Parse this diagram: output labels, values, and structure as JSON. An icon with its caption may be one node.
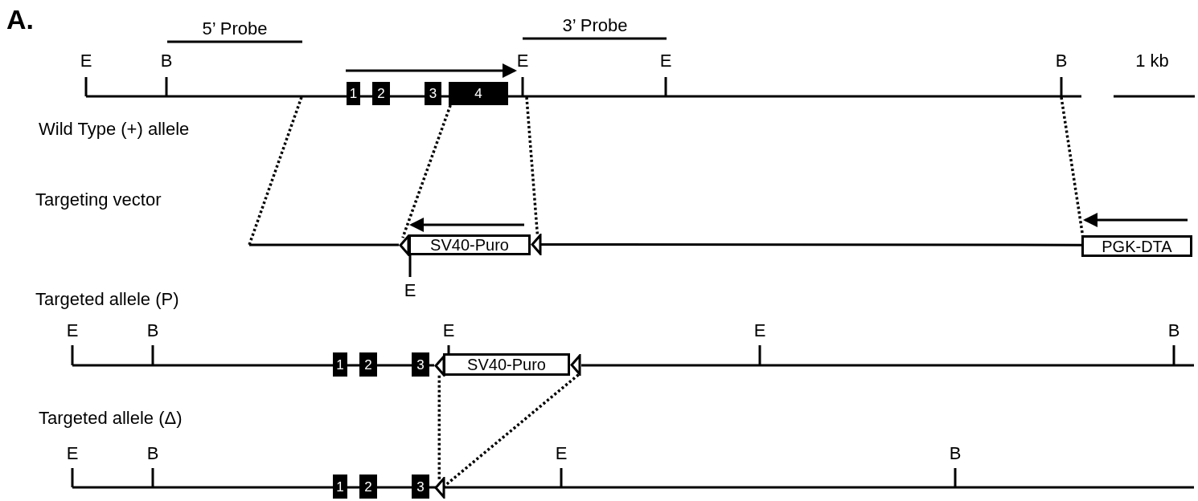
{
  "diagram": {
    "nodes": [
      {
        "text": [
          "1"
        ]
      },
      {
        "text": [
          "2"
        ]
      },
      {
        "text": [
          "3"
        ]
      },
      {
        "text": [
          "4"
        ]
      },
      {
        "text": [
          "SV40-Puro"
        ]
      },
      {
        "text": [
          "PGK-DTA"
        ]
      },
      {
        "text": [],
        "shape": "triangle"
      },
      {
        "text": [],
        "shape": "triangle"
      },
      {
        "text": [
          "1"
        ]
      },
      {
        "text": [
          "2"
        ]
      },
      {
        "text": [
          "3"
        ]
      },
      {
        "text": [],
        "shape": "triangle"
      },
      {
        "text": [
          "SV40-Puro"
        ]
      },
      {
        "text": [],
        "shape": "triangle"
      },
      {
        "text": [
          "1"
        ]
      },
      {
        "text": [
          "2"
        ]
      },
      {
        "text": [
          "3"
        ]
      },
      {
        "text": [],
        "shape": "triangle"
      }
    ],
    "edges": [
      {
        "from": 3,
        "to": 6,
        "arrow": "none",
        "style": "dashed"
      },
      {
        "from": null,
        "to": 7,
        "arrow": "none",
        "style": "dashed"
      },
      {
        "from": null,
        "to": 5,
        "arrow": "none",
        "style": "dashed"
      },
      {
        "from": 11,
        "to": 17,
        "arrow": "none",
        "style": "dashed"
      },
      {
        "from": 13,
        "to": 17,
        "arrow": "none",
        "style": "dashed"
      },
      {
        "from": 7,
        "to": 5,
        "arrow": "none"
      }
    ],
    "labels": [
      "A.",
      "5’ Probe",
      "3’ Probe",
      "E",
      "B",
      "E",
      "E",
      "B",
      "1 kb",
      "Wild Type (+) allele",
      "Targeting vector",
      "E",
      "Targeted allele (P)",
      "E",
      "B",
      "E",
      "E",
      "B",
      "Targeted allele (Δ)",
      "E",
      "B",
      "E",
      "B"
    ]
  }
}
